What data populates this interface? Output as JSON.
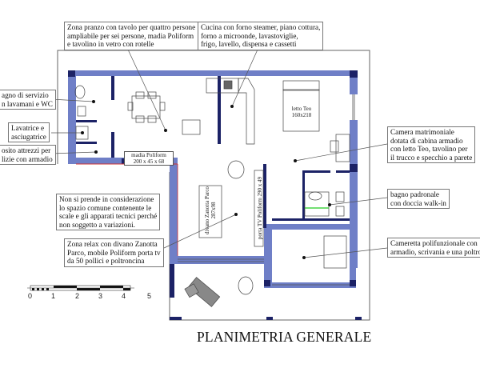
{
  "title": "PLANIMETRIA GENERALE",
  "notes": {
    "dining": "Zona pranzo con tavolo per quattro persone\nampliabile per sei persone, madia Poliform\ne tavolino in vetro con rotelle",
    "kitchen": "Cucina con forno steamer, piano cottura,\nforno a microonde, lavastoviglie,\nfrigo, lavello, dispensa e cassetti",
    "service_bath": "agno di servizio\nn lavamani e WC",
    "laundry": "Lavatrice e\nasciugatrice",
    "storage": "osito attrezzi per\nlizie con armadio",
    "master_bedroom": "Camera matrimoniale\ndotata di cabina armadio\ncon letto Teo, tavolino per\nil trucco e specchio a parete",
    "master_bath": "bagno padronale\ncon doccia walk-in",
    "kids_room": "Cameretta polifunzionale con\narmadio, scrivania e una poltron",
    "excluded_space": "Non si prende in considerazione\nlo spazio comune contenente le\nscale e gli apparati tecnici perché\nnon soggetto a variazioni.",
    "relax": "Zona relax con divano Zanotta\nParco, mobile Poliform porta tv\nda 50 pollici e poltroncina"
  },
  "furniture_labels": {
    "sideboard": "madia Poliform\n200 x 45 x 68",
    "bed": "letto Teo\n160x218",
    "sofa": "divano Zanotta Parco\n287x98",
    "tv_unit": "porta TV Poliform  290 x 49"
  },
  "scale_bar": {
    "ticks": [
      "0",
      "1",
      "2",
      "3",
      "4",
      "5"
    ]
  },
  "colors": {
    "wall": "#6f7fc7",
    "pillar": "#1c2266",
    "outline": "#555555",
    "accent_red": "#d03030"
  }
}
